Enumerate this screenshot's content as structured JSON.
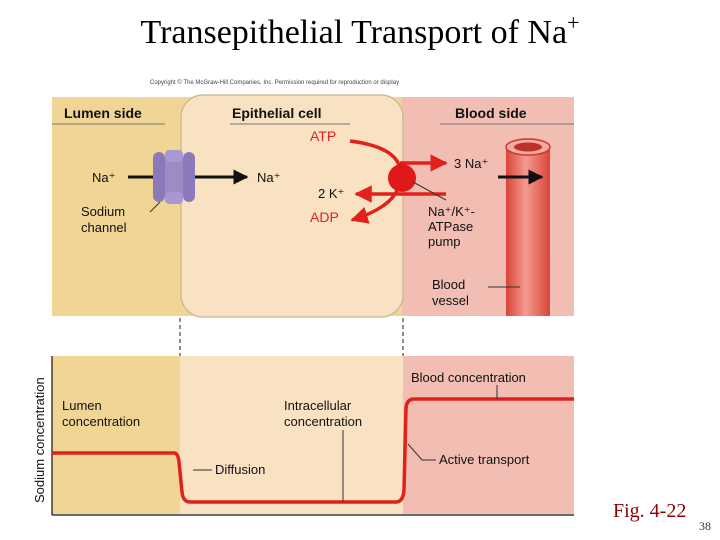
{
  "title": {
    "main": "Transepithelial Transport of Na",
    "superscript": "+"
  },
  "copyright": "Copyright © The McGraw-Hill Companies, Inc. Permission required for reproduction or display",
  "regions": {
    "lumen": "Lumen side",
    "cell": "Epithelial cell",
    "blood": "Blood side"
  },
  "top_panel": {
    "na_lumen": "Na⁺",
    "na_cell": "Na⁺",
    "sodium_channel": [
      "Sodium",
      "channel"
    ],
    "atp": "ATP",
    "adp": "ADP",
    "k_in": "2 K⁺",
    "na_out": "3 Na⁺",
    "pump": [
      "Na⁺/K⁺-",
      "ATPase",
      "pump"
    ],
    "vessel": [
      "Blood",
      "vessel"
    ]
  },
  "bottom_panel": {
    "ylabel": "Sodium concentration",
    "lumen_conc": [
      "Lumen",
      "concentration"
    ],
    "intracellular_conc": [
      "Intracellular",
      "concentration"
    ],
    "blood_conc": "Blood concentration",
    "diffusion": "Diffusion",
    "active_transport": "Active transport"
  },
  "fig_label": "Fig. 4-22",
  "page_number": "38",
  "colors": {
    "lumen": "#f1d595",
    "cell": "#f8e2c2",
    "blood": "#f2beb4",
    "label_red": "#e2211c",
    "line_red": "#e0201b",
    "channel": "#9d8bc7",
    "vessel": "#ee6a5d",
    "pump": "#e01818"
  }
}
